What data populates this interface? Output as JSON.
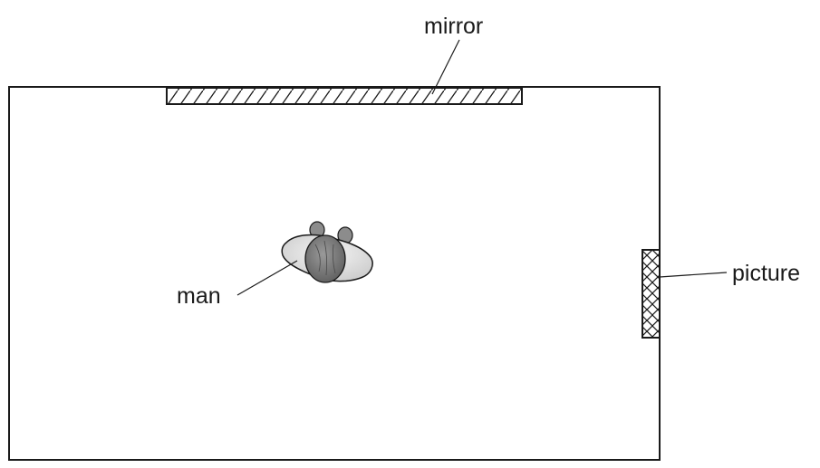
{
  "labels": {
    "mirror": "mirror",
    "picture": "picture",
    "man": "man"
  },
  "colors": {
    "line": "#1a1a1a",
    "shoulders": "#e0e0e0",
    "head": "#7a7a7a",
    "ears": "#8c8c8c"
  }
}
